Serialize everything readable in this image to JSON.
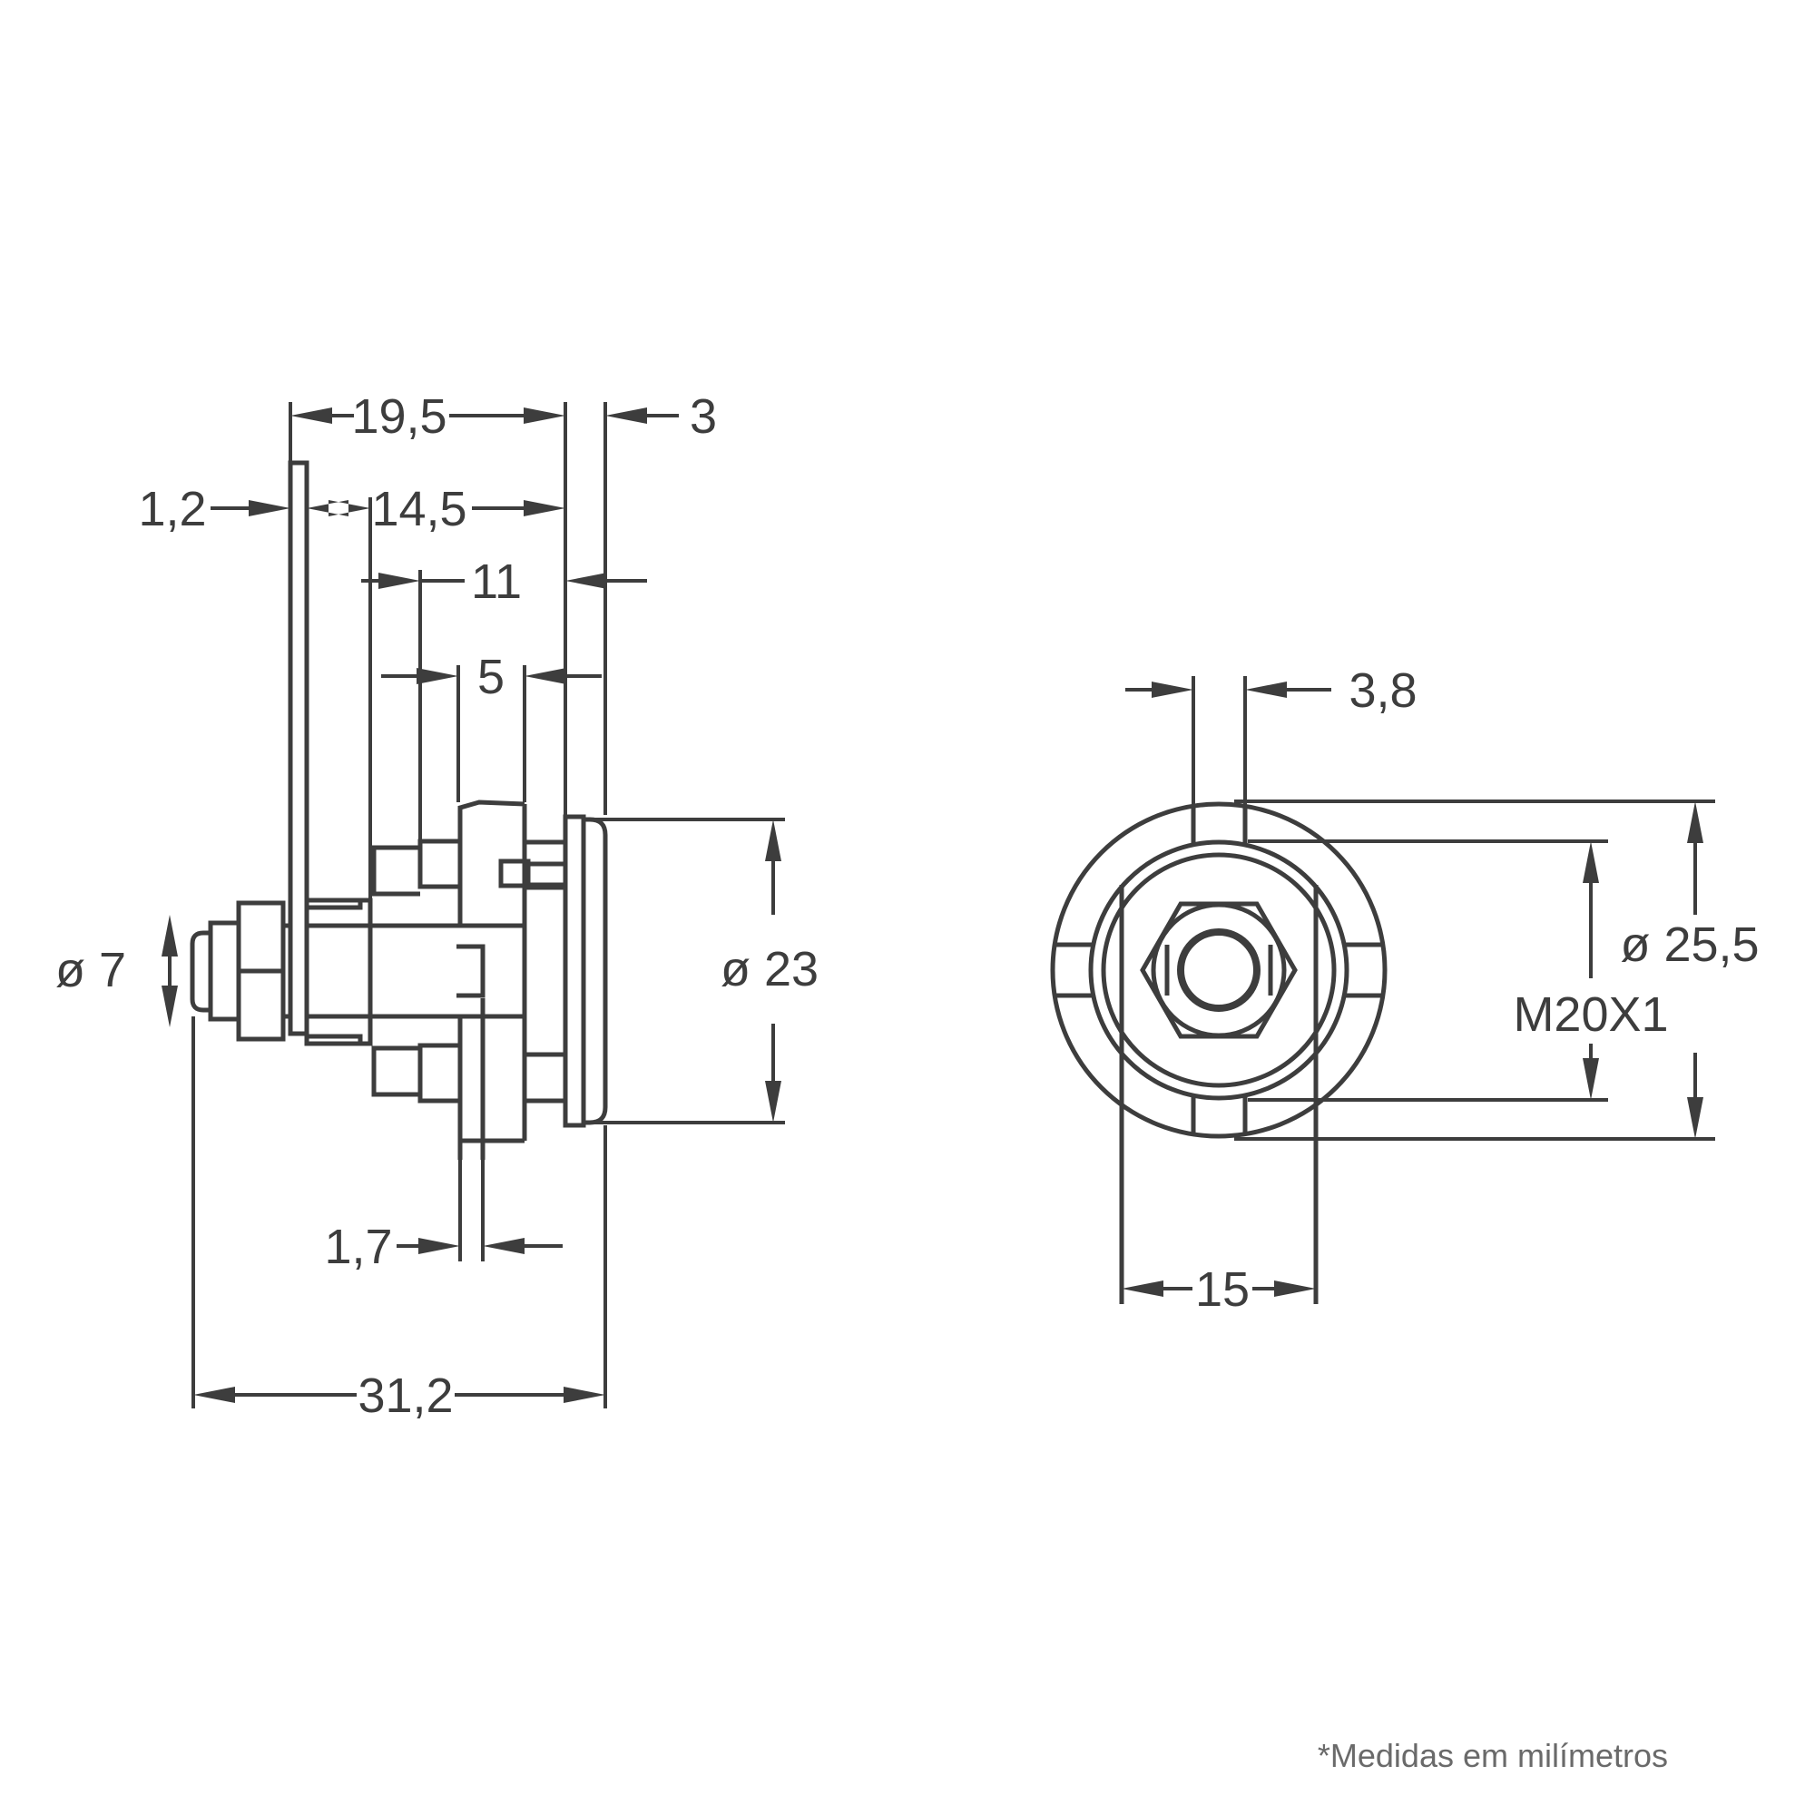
{
  "drawing": {
    "units_note": "*Medidas em milímetros",
    "line_color": "#3d3d3d",
    "note_color": "#6a6a6a",
    "side_view": {
      "dims": {
        "body_length": "19,5",
        "cap_thickness": "3",
        "cam_thickness": "1,2",
        "thread_length": "14,5",
        "grip_length": "11",
        "clip_width": "5",
        "tip_diameter": "ø 7",
        "flange_diameter": "ø 23",
        "tab_thickness": "1,7",
        "overall_length": "31,2"
      }
    },
    "front_view": {
      "dims": {
        "notch_width": "3,8",
        "outer_diameter": "ø 25,5",
        "thread_spec": "M20X1",
        "body_width": "15"
      }
    }
  }
}
